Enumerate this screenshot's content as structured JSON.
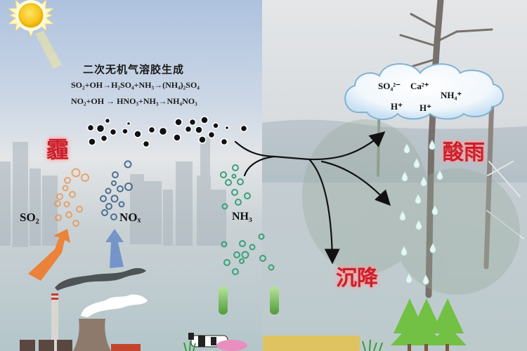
{
  "diagram": {
    "title": "二次无机气溶胶生成",
    "equations": [
      "SO₂+OH→H₂SO₄+NH₃→(NH₄)₂SO₄",
      "NO₂+OH → HNO₃+NH₃→NH₄NO₃"
    ],
    "labels": {
      "haze": "霾",
      "acid_rain": "酸雨",
      "deposition": "沉降",
      "so2": "SO₂",
      "nox": "NOₓ",
      "nh3": "NH₃"
    },
    "cloud_ions": {
      "sulfate": "SO₄²⁻",
      "calcium": "Ca²⁺",
      "ammonium": "NH₄⁺",
      "hydrogen_1": "H⁺",
      "hydrogen_2": "H⁺"
    },
    "icons": [
      "sun-icon",
      "aerosol-particles",
      "so2-bubbles",
      "nox-bubbles",
      "nh3-bubbles",
      "factory-icon",
      "cooling-tower-icon",
      "cow-icon",
      "pig-icon",
      "crop-field-icon",
      "pine-tree-icon",
      "cloud-icon",
      "raindrop-icon",
      "arrow-icon"
    ],
    "colors": {
      "label_red": "#c8202c",
      "so2_orange": "#e8914a",
      "nox_blue": "#4e6f93",
      "nh3_green": "#3aa07a",
      "particle_black": "#111111",
      "sky_left": "#b8c9e0",
      "sky_right": "#dfe1e3",
      "ground": "#b7c7cb"
    }
  }
}
